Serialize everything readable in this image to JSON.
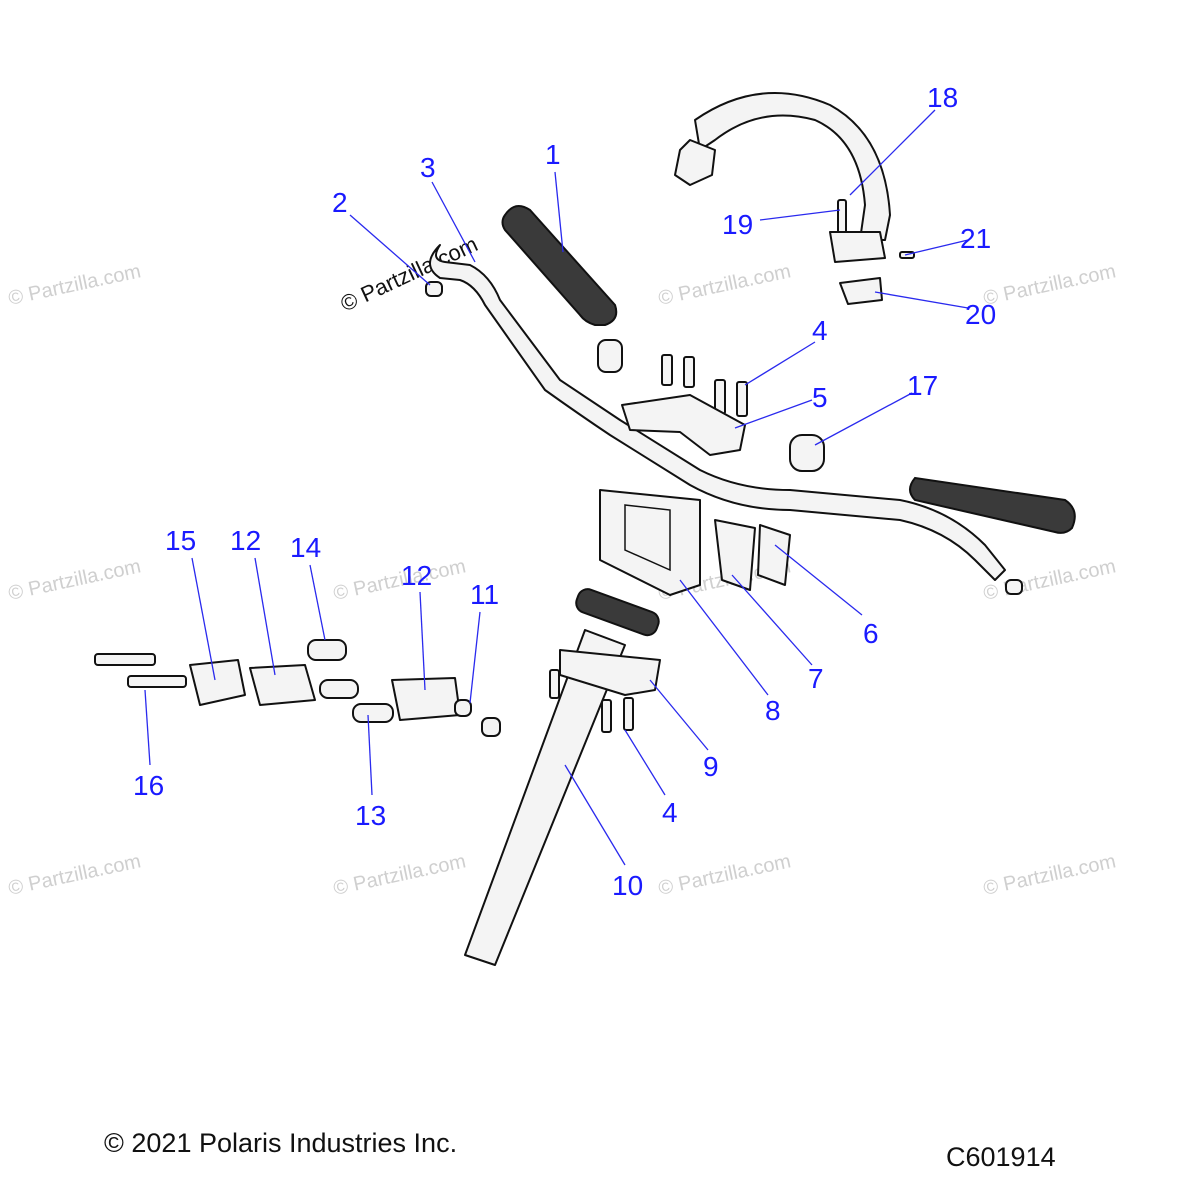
{
  "watermark_text": "© Partzilla.com",
  "callouts": [
    "1",
    "2",
    "3",
    "4",
    "5",
    "17",
    "18",
    "19",
    "21",
    "20",
    "15",
    "12",
    "14",
    "12",
    "11",
    "6",
    "7",
    "8",
    "9",
    "4",
    "16",
    "13",
    "10"
  ],
  "copyright": "© 2021 Polaris Industries Inc.",
  "part_code": "C601914",
  "colors": {
    "callout": "#1a1aff",
    "leader": "#2a2aee",
    "watermark": "#cfcfcf"
  }
}
